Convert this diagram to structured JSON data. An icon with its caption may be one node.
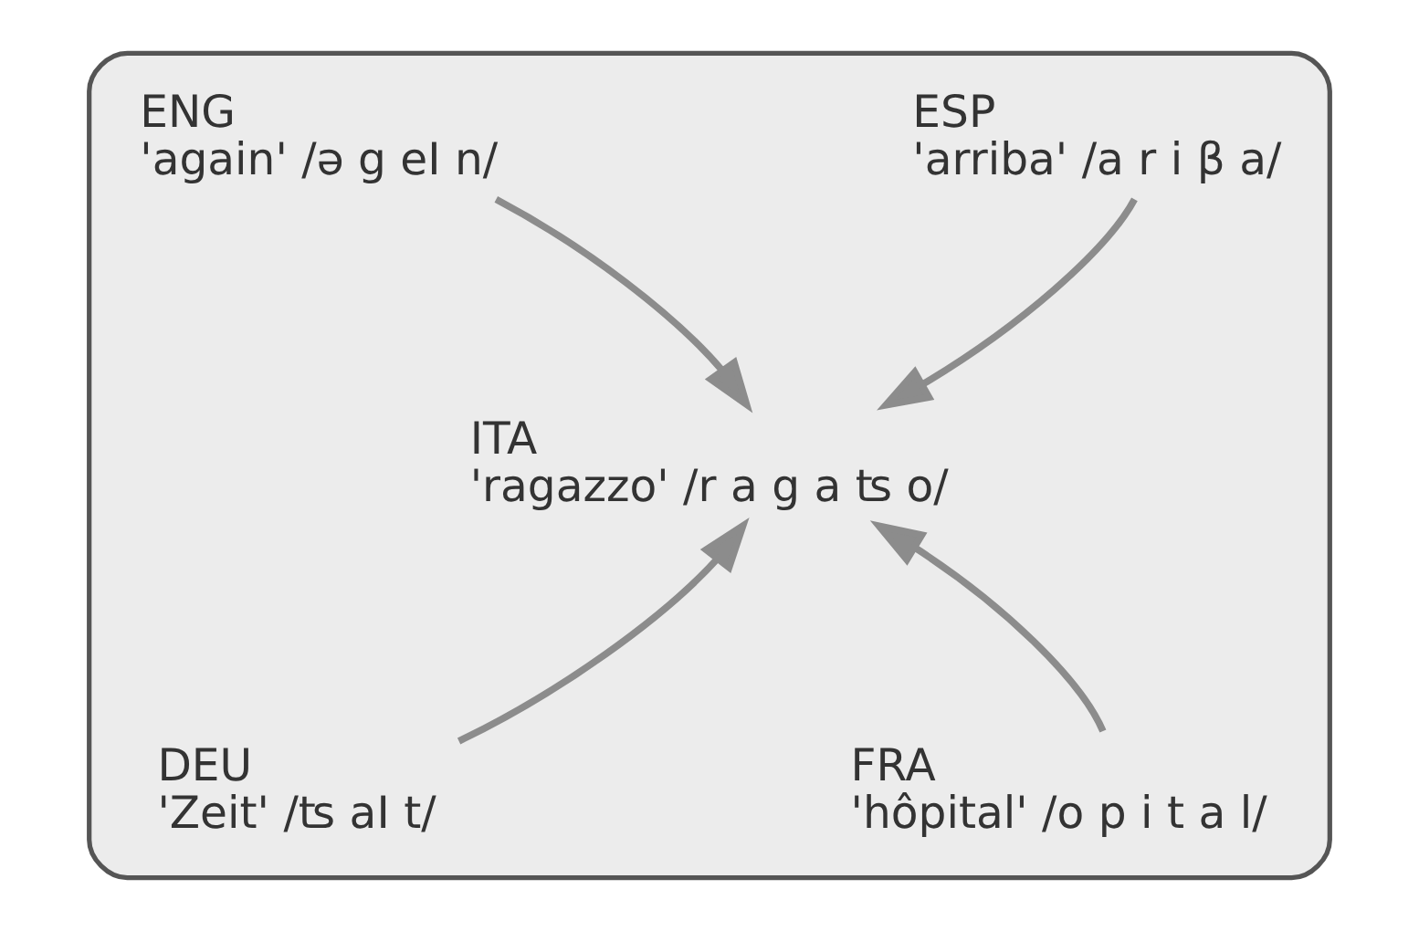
{
  "diagram": {
    "nodes": [
      {
        "text": [],
        "shape": "box"
      },
      {
        "text": [
          "ENG",
          "'again' /ə g eI n/"
        ],
        "in": 0
      },
      {
        "text": [
          "ESP",
          "'arriba' /a r i β a/"
        ],
        "in": 0
      },
      {
        "text": [
          "ITA",
          "'ragazzo' /r a g a ʦ o/"
        ],
        "in": 0
      },
      {
        "text": [
          "DEU",
          "'Zeit' /ʦ aI t/"
        ],
        "in": 0
      },
      {
        "text": [
          "FRA",
          "'hôpital' /o p i t a l/"
        ],
        "in": 0
      }
    ],
    "edges": [
      {
        "from": 1,
        "to": 3,
        "arrow": "to"
      },
      {
        "from": 2,
        "to": 3,
        "arrow": "to"
      },
      {
        "from": 4,
        "to": 3,
        "arrow": "to"
      },
      {
        "from": 5,
        "to": 3,
        "arrow": "to"
      }
    ]
  }
}
